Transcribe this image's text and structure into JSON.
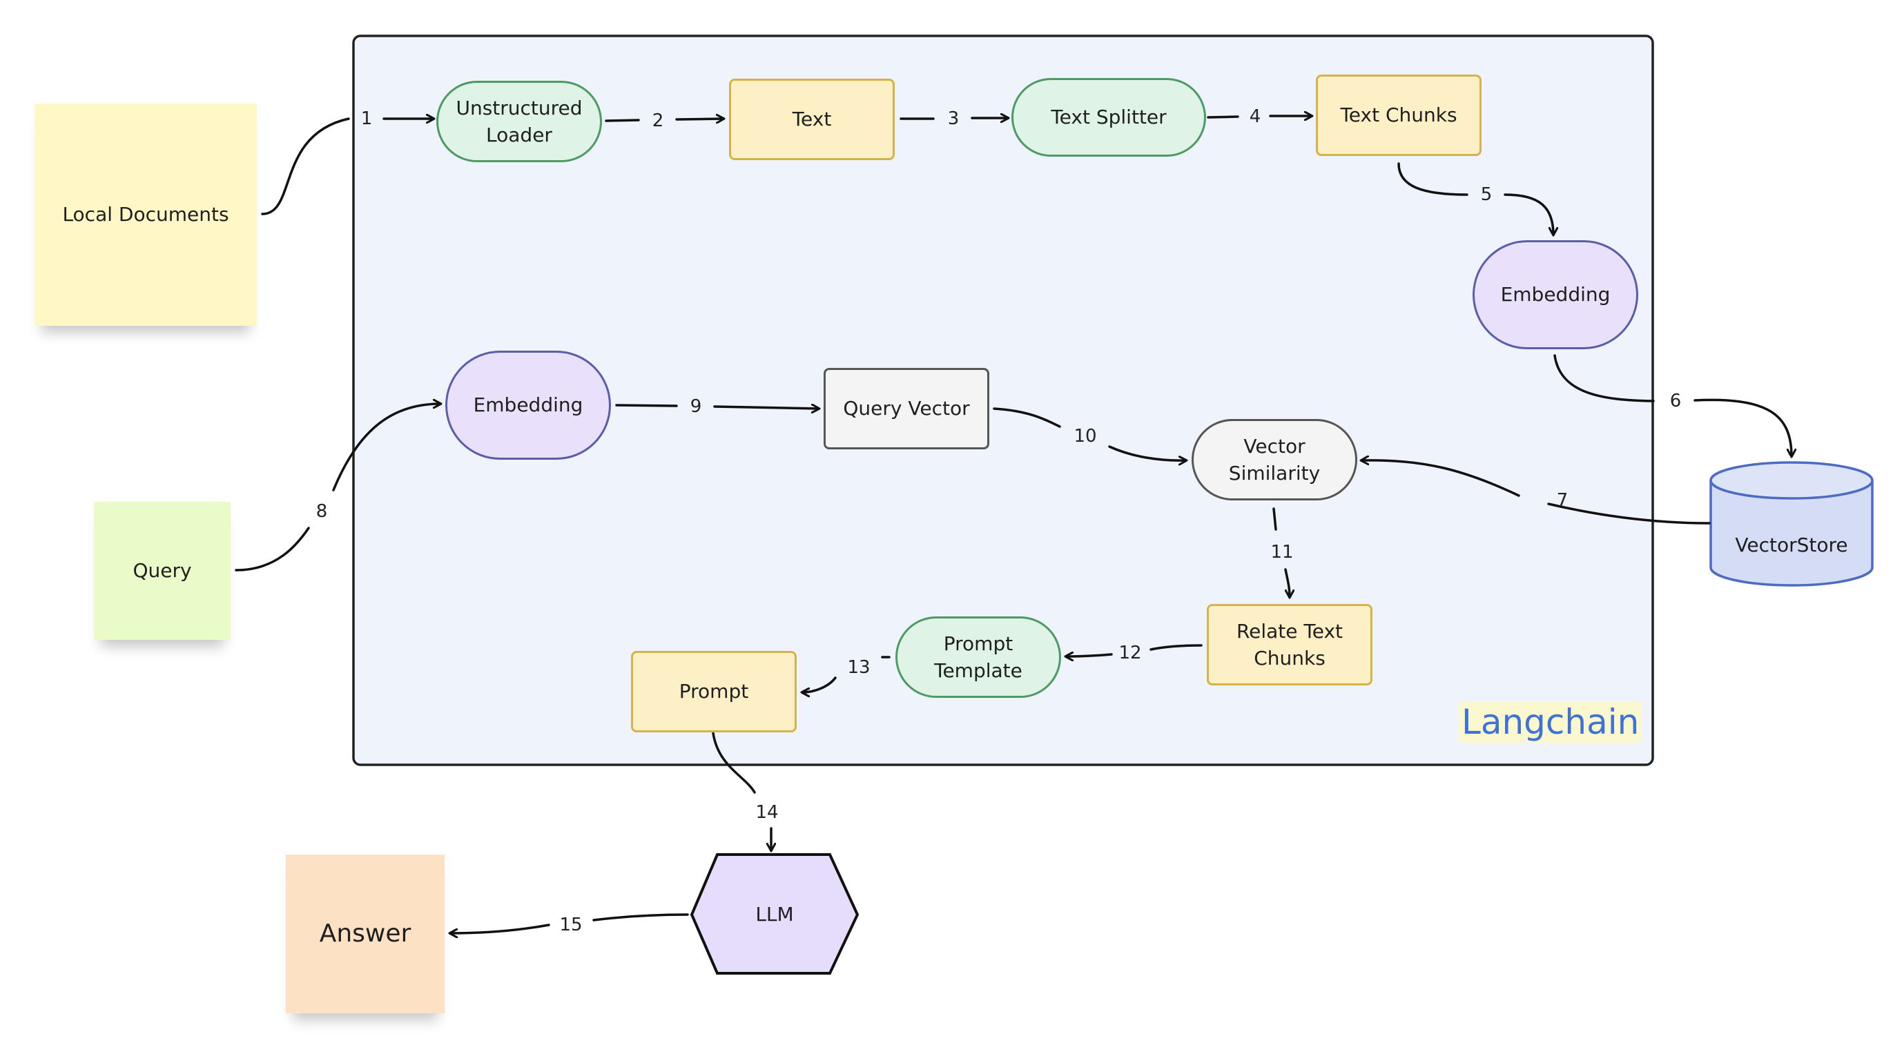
{
  "frame": {
    "title": "Langchain"
  },
  "nodes": {
    "local_documents": "Local Documents",
    "query": "Query",
    "answer": "Answer",
    "unstructured_loader": "Unstructured Loader",
    "text": "Text",
    "text_splitter": "Text Splitter",
    "text_chunks": "Text Chunks",
    "embedding_top": "Embedding",
    "embedding_query": "Embedding",
    "query_vector": "Query Vector",
    "vector_similarity": "Vector Similarity",
    "vectorstore": "VectorStore",
    "relate_text_chunks": "Relate Text Chunks",
    "prompt_template": "Prompt Template",
    "prompt": "Prompt",
    "llm": "LLM"
  },
  "steps": [
    "1",
    "2",
    "3",
    "4",
    "5",
    "6",
    "7",
    "8",
    "9",
    "10",
    "11",
    "12",
    "13",
    "14",
    "15"
  ],
  "colors": {
    "frame_fill": "#eff4fc",
    "sticky_yellow": "#fff7c6",
    "sticky_green": "#e9fbc9",
    "sticky_orange": "#fde1c4",
    "vectorstore_fill": "#d4dcf6",
    "llm_fill": "#e6dcfb",
    "brand_text": "#3d73d6"
  }
}
